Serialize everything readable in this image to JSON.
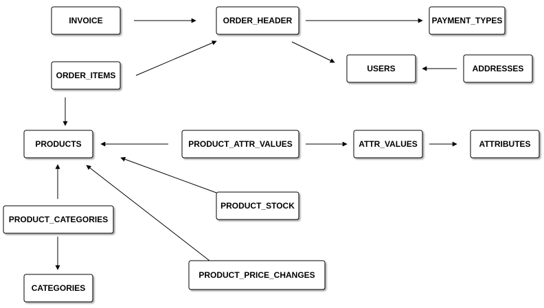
{
  "diagram": {
    "nodes": {
      "invoice": "INVOICE",
      "order_header": "ORDER_HEADER",
      "payment_types": "PAYMENT_TYPES",
      "order_items": "ORDER_ITEMS",
      "users": "USERS",
      "addresses": "ADDRESSES",
      "products": "PRODUCTS",
      "product_attr_values": "PRODUCT_ATTR_VALUES",
      "attr_values": "ATTR_VALUES",
      "attributes": "ATTRIBUTES",
      "product_stock": "PRODUCT_STOCK",
      "product_categories": "PRODUCT_CATEGORIES",
      "categories": "CATEGORIES",
      "product_price_changes": "PRODUCT_PRICE_CHANGES"
    },
    "edges": [
      {
        "from": "invoice",
        "to": "order_header"
      },
      {
        "from": "order_header",
        "to": "payment_types"
      },
      {
        "from": "order_header",
        "to": "users"
      },
      {
        "from": "addresses",
        "to": "users"
      },
      {
        "from": "order_items",
        "to": "order_header"
      },
      {
        "from": "order_items",
        "to": "products"
      },
      {
        "from": "product_attr_values",
        "to": "products"
      },
      {
        "from": "product_attr_values",
        "to": "attr_values"
      },
      {
        "from": "attr_values",
        "to": "attributes"
      },
      {
        "from": "product_stock",
        "to": "products"
      },
      {
        "from": "product_price_changes",
        "to": "products"
      },
      {
        "from": "product_categories",
        "to": "products"
      },
      {
        "from": "product_categories",
        "to": "categories"
      }
    ]
  }
}
